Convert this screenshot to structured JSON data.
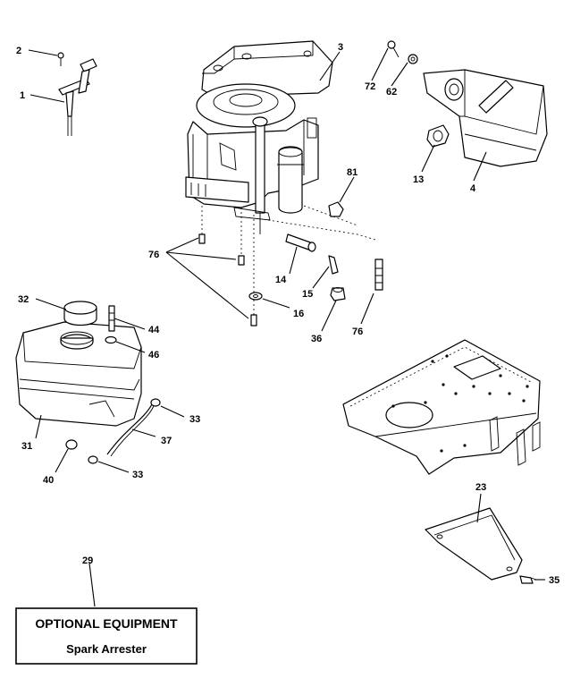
{
  "callouts": {
    "c1": "1",
    "c2": "2",
    "c3": "3",
    "c4": "4",
    "c13": "13",
    "c14": "14",
    "c15": "15",
    "c16": "16",
    "c23": "23",
    "c29": "29",
    "c31": "31",
    "c32": "32",
    "c33a": "33",
    "c33b": "33",
    "c35": "35",
    "c36": "36",
    "c37": "37",
    "c40": "40",
    "c44": "44",
    "c46": "46",
    "c62": "62",
    "c72": "72",
    "c76a": "76",
    "c76b": "76",
    "c81": "81"
  },
  "optional_box": {
    "title": "OPTIONAL EQUIPMENT",
    "subtitle": "Spark Arrester"
  }
}
